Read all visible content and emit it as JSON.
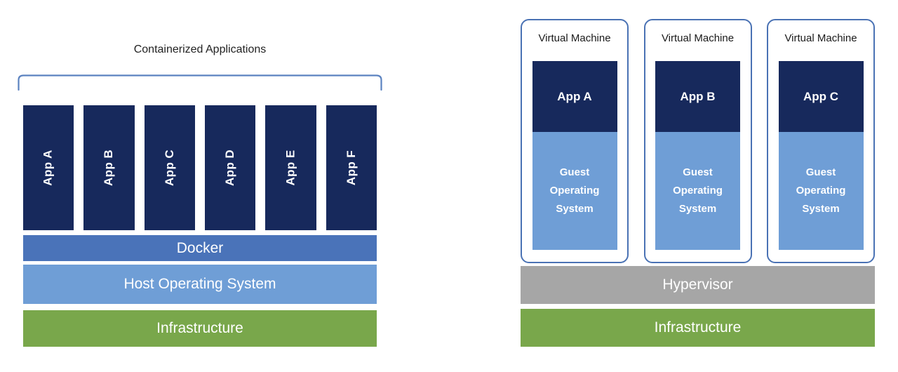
{
  "diagram": {
    "left_stack": {
      "title": "Containerized Applications",
      "apps": [
        "App A",
        "App B",
        "App C",
        "App D",
        "App E",
        "App F"
      ],
      "layers": {
        "docker": "Docker",
        "host_os": "Host Operating System",
        "infrastructure": "Infrastructure"
      }
    },
    "right_stack": {
      "machines": [
        {
          "title": "Virtual Machine",
          "app": "App A",
          "os_lines": [
            "Guest",
            "Operating",
            "System"
          ]
        },
        {
          "title": "Virtual Machine",
          "app": "App B",
          "os_lines": [
            "Guest",
            "Operating",
            "System"
          ]
        },
        {
          "title": "Virtual Machine",
          "app": "App C",
          "os_lines": [
            "Guest",
            "Operating",
            "System"
          ]
        }
      ],
      "layers": {
        "hypervisor": "Hypervisor",
        "infrastructure": "Infrastructure"
      }
    },
    "colors": {
      "app_navy": "#17295c",
      "docker_blue": "#4a73b9",
      "os_light_blue": "#6f9ed6",
      "infrastructure_green": "#79a74b",
      "hypervisor_gray": "#a6a6a6",
      "vm_border_blue": "#4a72b4",
      "bracket_blue": "#5b82c0"
    }
  }
}
